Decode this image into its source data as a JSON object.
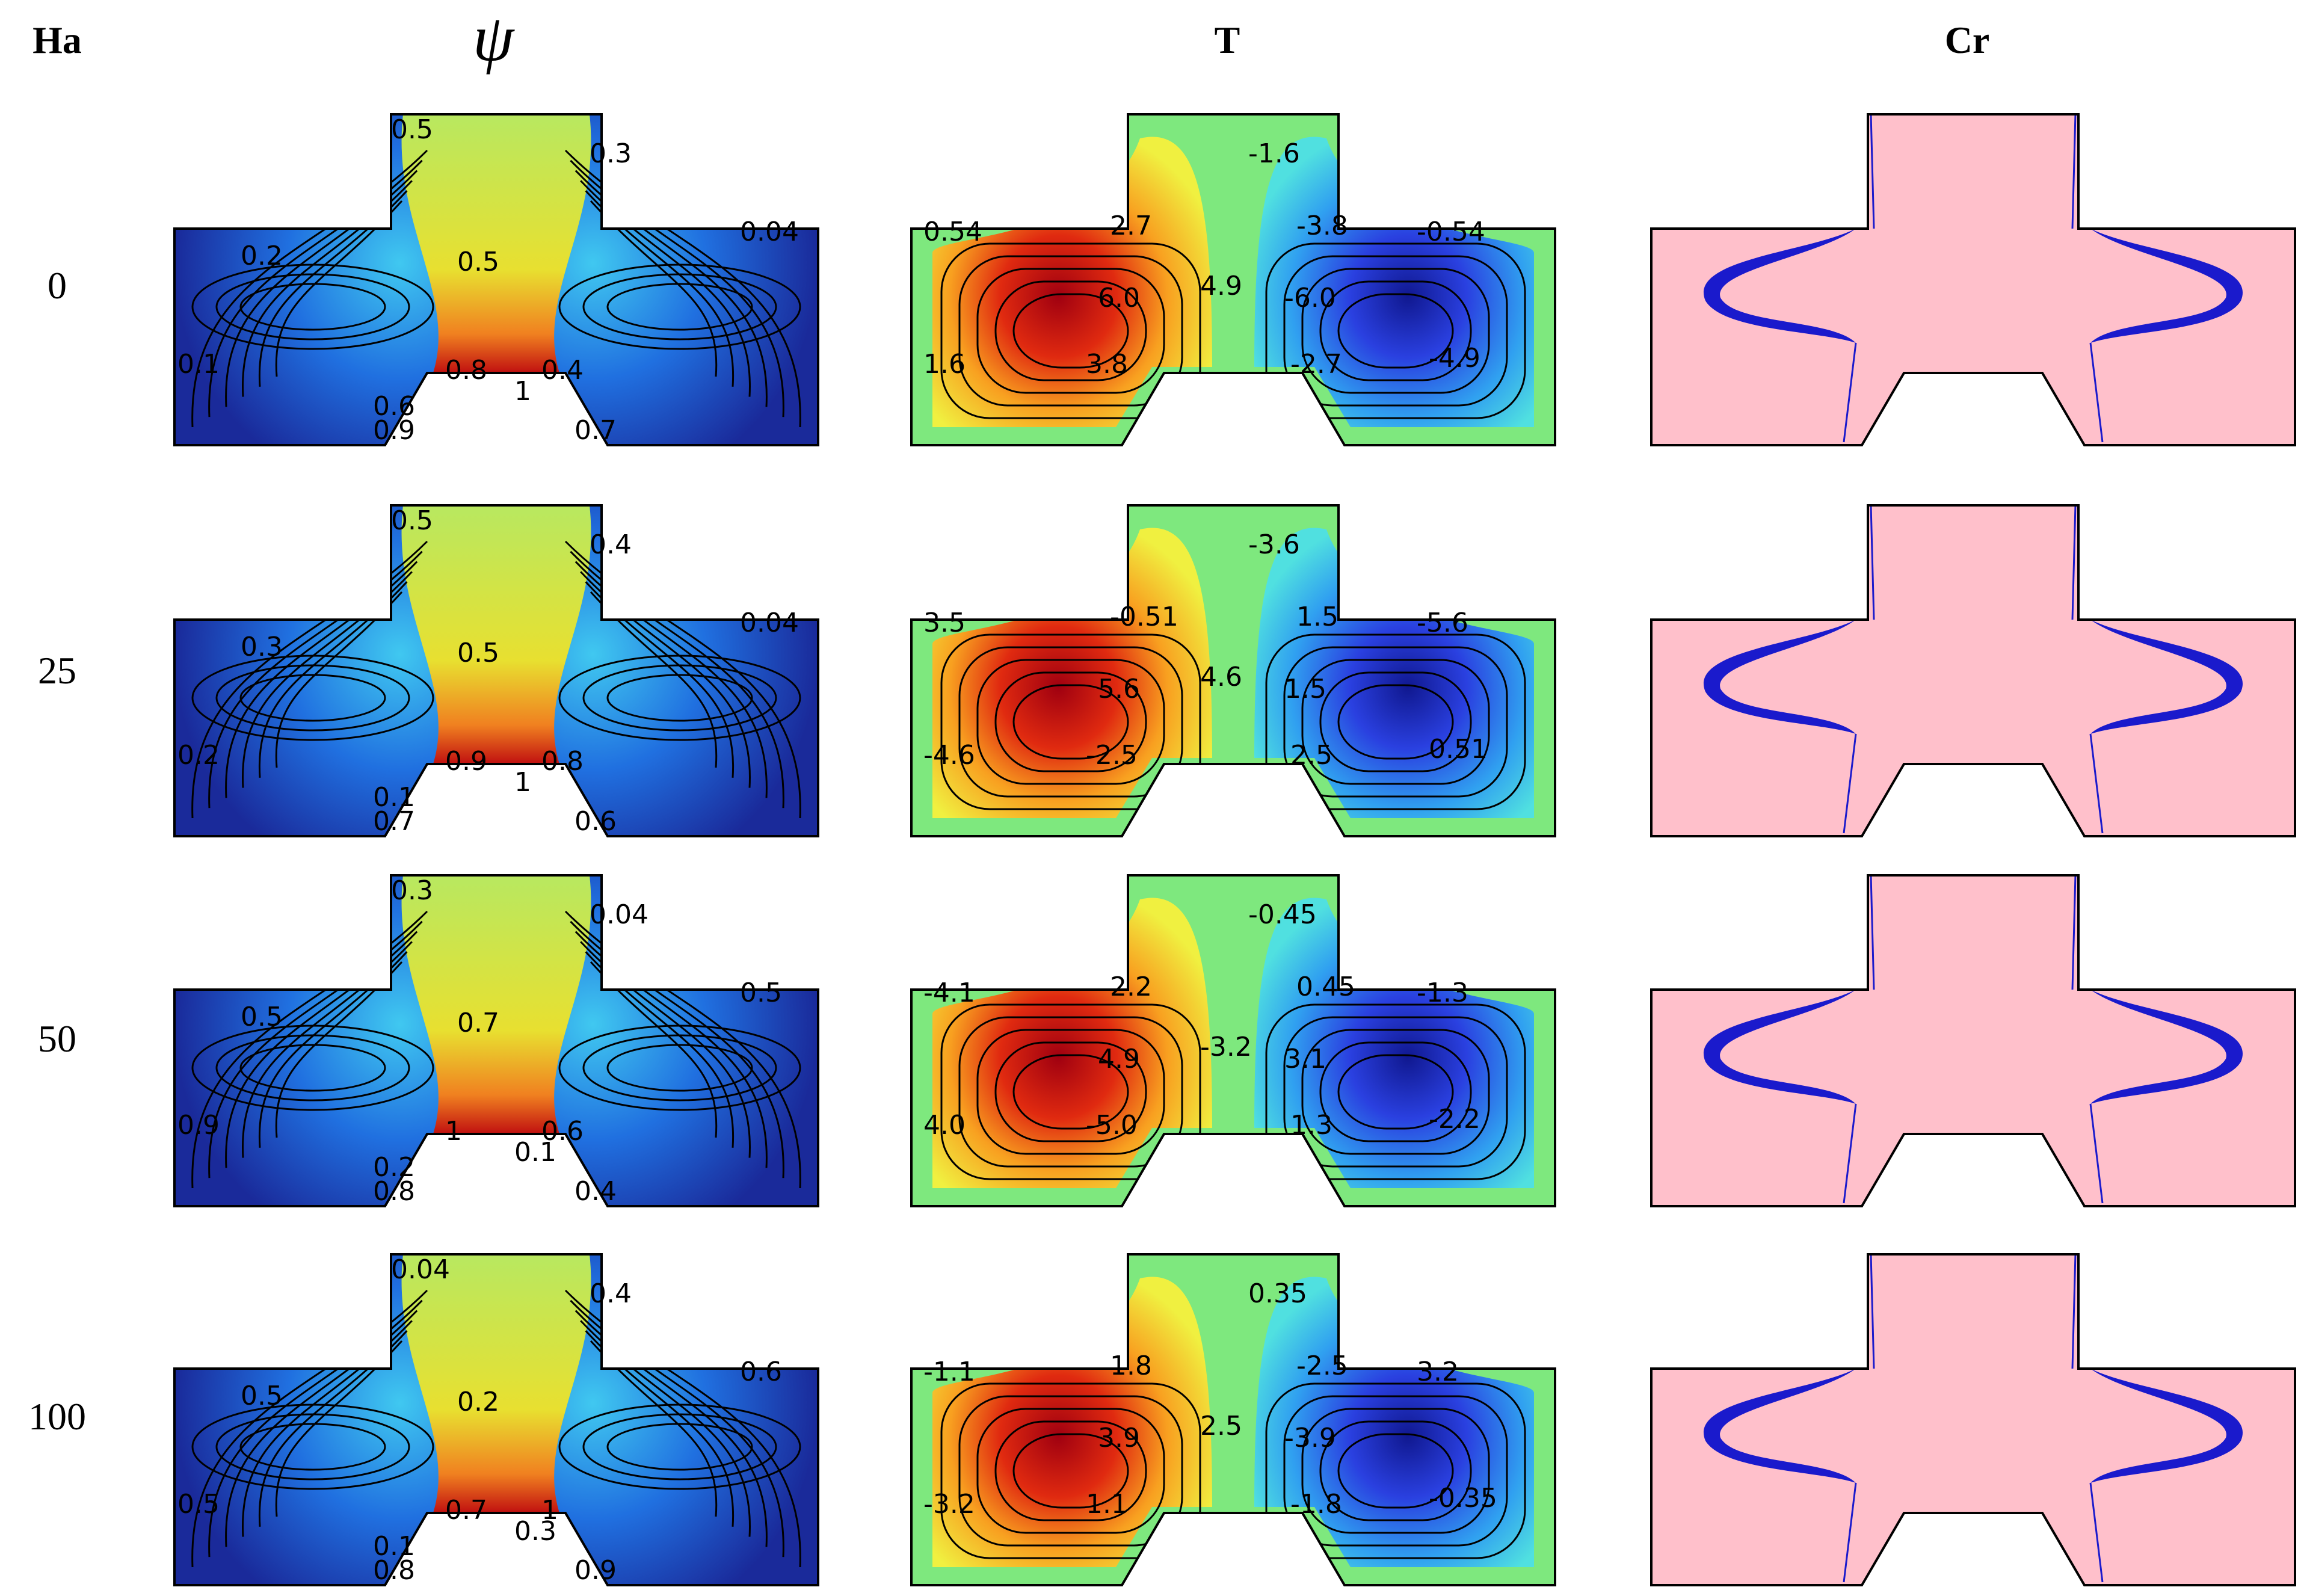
{
  "headers": {
    "ha": "Ha",
    "psi": "ψ",
    "t": "T",
    "cr": "Cr"
  },
  "rows": [
    {
      "ha": "0",
      "psi_labels": [
        "0.5",
        "0.3",
        "0.04",
        "0.2",
        "0.5",
        "0.1",
        "0.8",
        "0.4",
        "1",
        "0.6",
        "0.9",
        "0.7"
      ],
      "t_labels": [
        "-1.6",
        "2.7",
        "-3.8",
        "0.54",
        "-0.54",
        "4.9",
        "6.0",
        "-6.0",
        "1.6",
        "3.8",
        "-2.7",
        "-4.9"
      ]
    },
    {
      "ha": "25",
      "psi_labels": [
        "0.5",
        "0.4",
        "0.04",
        "0.3",
        "0.5",
        "0.2",
        "0.9",
        "0.8",
        "1",
        "0.1",
        "0.7",
        "0.6"
      ],
      "t_labels": [
        "-3.6",
        "-0.51",
        "1.5",
        "3.5",
        "-5.6",
        "4.6",
        "5.6",
        "1.5",
        "-4.6",
        "-2.5",
        "2.5",
        "0.51"
      ]
    },
    {
      "ha": "50",
      "psi_labels": [
        "0.3",
        "0.04",
        "0.5",
        "0.5",
        "0.7",
        "0.9",
        "1",
        "0.6",
        "0.1",
        "0.2",
        "0.8",
        "0.4"
      ],
      "t_labels": [
        "-0.45",
        "2.2",
        "0.45",
        "-4.1",
        "-1.3",
        "-3.2",
        "4.9",
        "3.1",
        "4.0",
        "-5.0",
        "1.3",
        "-2.2"
      ]
    },
    {
      "ha": "100",
      "psi_labels": [
        "0.04",
        "0.4",
        "0.6",
        "0.5",
        "0.2",
        "0.5",
        "0.7",
        "1",
        "0.3",
        "0.1",
        "0.8",
        "0.9"
      ],
      "t_labels": [
        "0.35",
        "1.8",
        "-2.5",
        "-1.1",
        "3.2",
        "2.5",
        "3.9",
        "-3.9",
        "-3.2",
        "1.1",
        "-1.8",
        "-0.35"
      ]
    }
  ],
  "colors": {
    "cr_background": "#ffc0cb",
    "cr_band": "#1a1acc",
    "hot": "#c0161a",
    "cold": "#1a2ab0",
    "neutral": "#7ee87e",
    "psi_low": "#1c2aa0",
    "psi_high": "#d0e840"
  }
}
